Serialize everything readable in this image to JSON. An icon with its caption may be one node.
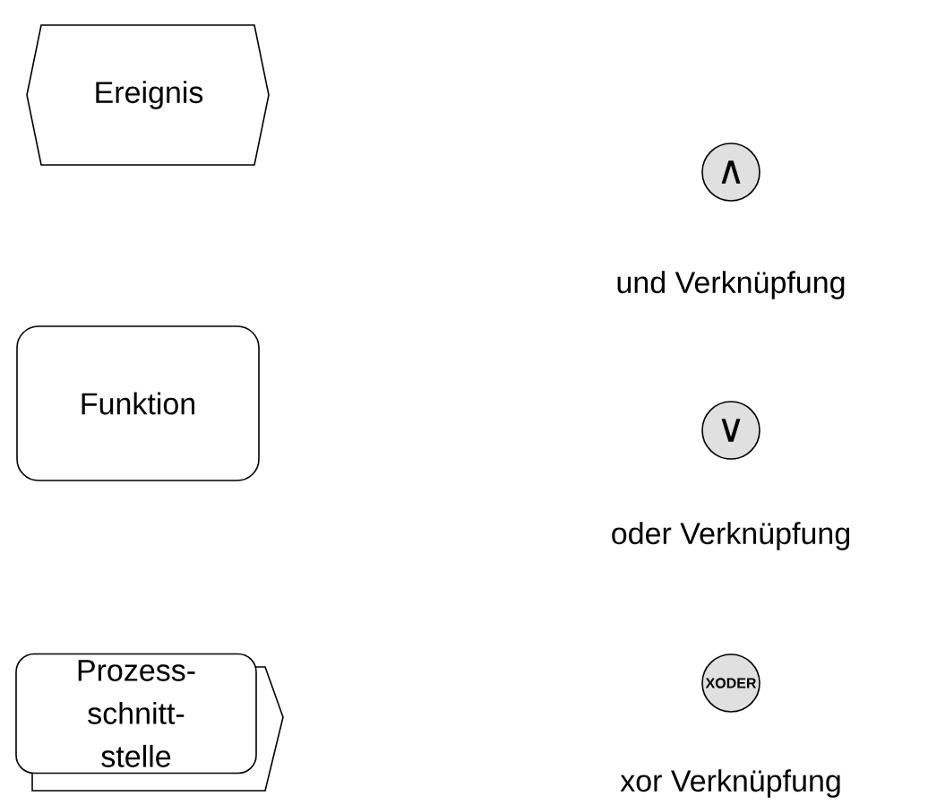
{
  "diagram": {
    "nodes": [
      {
        "text": [
          "Ereignis"
        ]
      },
      {
        "text": [
          "∧"
        ],
        "beside": [
          "und Verknüpfung"
        ]
      },
      {
        "text": [
          "Funktion"
        ]
      },
      {
        "text": [
          "∨"
        ],
        "beside": [
          "oder Verknüpfung"
        ]
      },
      {
        "text": [
          "Prozess- schnitt- stelle"
        ]
      },
      {
        "text": [
          "XODER"
        ],
        "beside": [
          "xor Verknüpfung"
        ]
      }
    ]
  }
}
